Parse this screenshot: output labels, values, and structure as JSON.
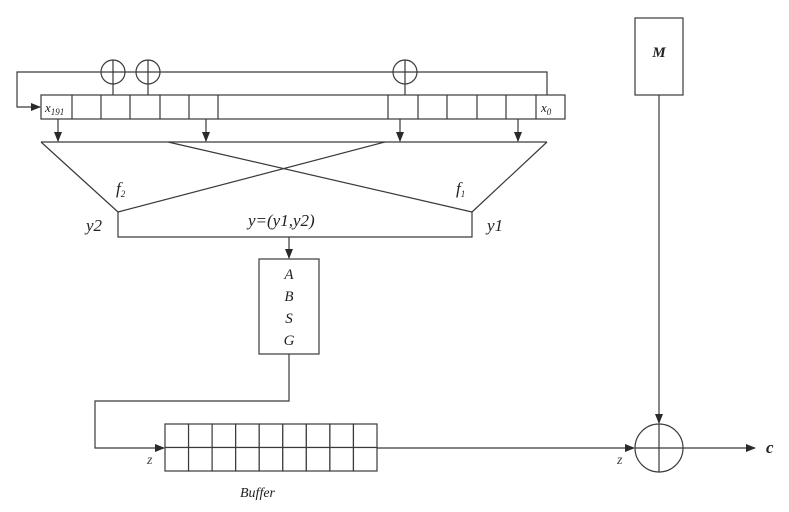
{
  "diagram": {
    "register": {
      "left_label": "x",
      "left_sub": "191",
      "right_label": "x",
      "right_sub": "0"
    },
    "functions": {
      "f1_label": "f",
      "f1_sub": "1",
      "f2_label": "f",
      "f2_sub": "2",
      "y1_label": "y1",
      "y2_label": "y2",
      "combined_label": "y=(y1,y2)"
    },
    "absg": {
      "lines": [
        "A",
        "B",
        "S",
        "G"
      ]
    },
    "buffer": {
      "label": "Buffer",
      "input_label": "z",
      "columns": 9,
      "rows": 2
    },
    "message": {
      "label": "M"
    },
    "output": {
      "z_label": "z",
      "c_label": "c"
    },
    "colors": {
      "stroke": "#3a3a3a",
      "text": "#222222"
    }
  }
}
